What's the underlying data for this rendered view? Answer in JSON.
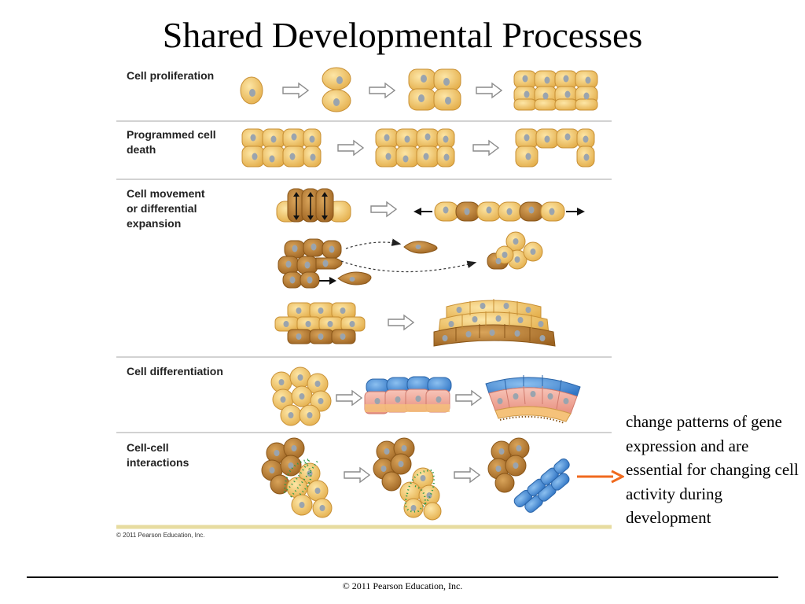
{
  "slide": {
    "title": "Shared Developmental Processes",
    "caption": "change patterns of gene expression and are essential for changing cell activity during development",
    "footer": "© 2011 Pearson Education, Inc."
  },
  "figure": {
    "rows": [
      {
        "label": "Cell proliferation"
      },
      {
        "label": "Programmed cell\ndeath"
      },
      {
        "label": "Cell movement\nor differential\nexpansion"
      },
      {
        "label": "Cell differentiation"
      },
      {
        "label": "Cell-cell\ninteractions"
      }
    ],
    "copyright": "© 2011 Pearson Education, Inc."
  },
  "colors": {
    "cell_light": "#f3c866",
    "cell_dark": "#b97a2a",
    "nucleus": "#9aa4ae",
    "blue_cell": "#4a8fd6",
    "pink_cell": "#f1a9a0",
    "signal_dots": "#2e9a48",
    "caption_arrow": "#f06a1e",
    "divider": "#b8b8b8"
  },
  "icons": [
    "hollow-arrow-icon",
    "orange-arrow-icon"
  ]
}
